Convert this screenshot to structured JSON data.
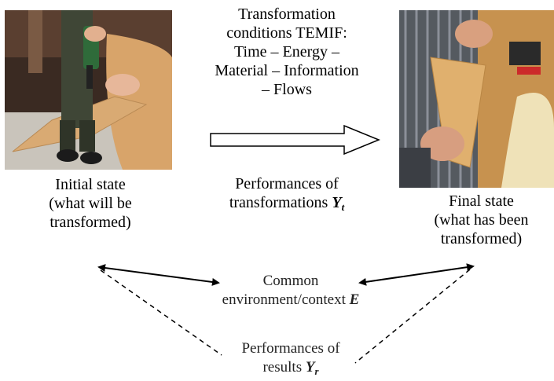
{
  "initial_state": {
    "label_lines": [
      "Initial state",
      "(what will be",
      "transformed)"
    ]
  },
  "final_state": {
    "label_lines": [
      "Final state",
      "(what has been",
      "transformed)"
    ]
  },
  "transformation": {
    "conditions_lines": [
      "Transformation",
      "conditions TEMIF:",
      "Time – Energy –",
      "Material – Information",
      "– Flows"
    ],
    "performances_line1": "Performances of",
    "performances_line2": "transformations",
    "performances_symbol": "Y",
    "performances_subscript": "t"
  },
  "environment": {
    "line1": "Common",
    "line2": "environment/context",
    "symbol": "E"
  },
  "results": {
    "line1": "Performances of",
    "line2": "results",
    "symbol": "Y",
    "subscript": "r"
  }
}
